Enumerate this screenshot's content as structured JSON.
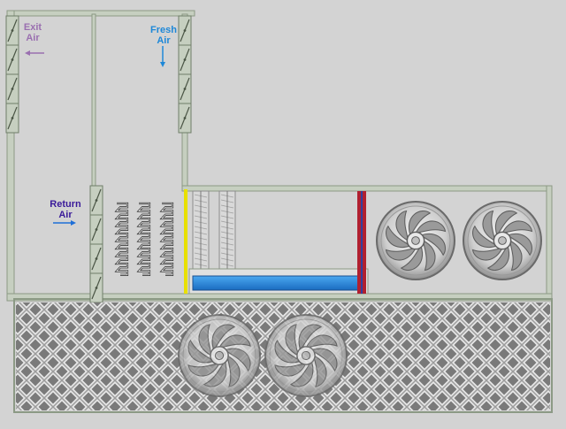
{
  "labels": {
    "exit_air": {
      "line1": "Exit",
      "line2": "Air",
      "color": "#9a6fb0"
    },
    "fresh_air": {
      "line1": "Fresh",
      "line2": "Air",
      "color": "#1e88d8"
    },
    "return_air": {
      "line1": "Return",
      "line2": "Air",
      "color": "#3a1a9a"
    }
  },
  "colors": {
    "background": "#d3d3d3",
    "duct_line": "#8c9a85",
    "duct_fill": "#c6cfc0",
    "exit_arrow": "#9a6fb0",
    "fresh_arrow": "#1e88d8",
    "return_arrow": "#1e6fd8",
    "water": "#1e7fd0",
    "filter_yellow": "#e8e000",
    "heater_red": "#b02030",
    "heater_blue": "#3040a0"
  },
  "icons": {
    "damper": "damper-louver-icon",
    "coil": "serpentine-coil-icon",
    "fan": "supply-fan-icon",
    "exhaust_fan": "exhaust-fan-icon",
    "grille": "diamond-grille-icon"
  }
}
